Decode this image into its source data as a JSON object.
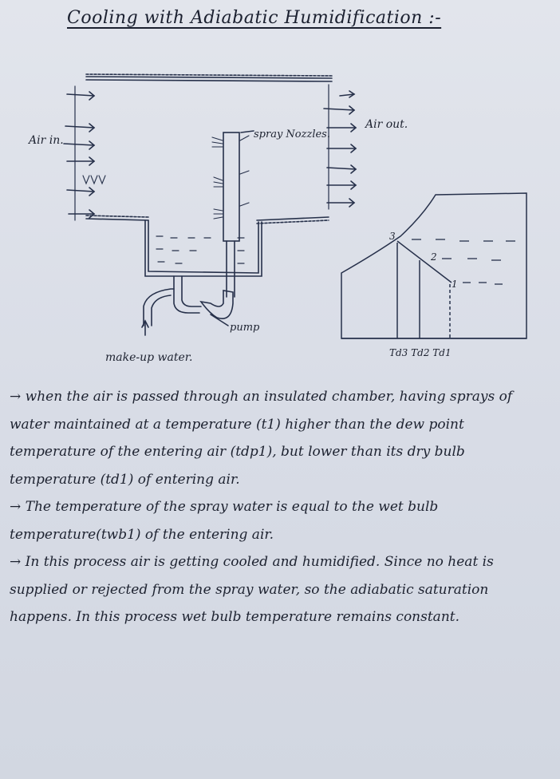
{
  "title": "Cooling with Adiabatic Humidification :-",
  "diagram": {
    "air_in_label": "Air in.",
    "air_out_label": "Air out.",
    "spray_label": "spray Nozzles.",
    "pump_label": "pump",
    "makeup_label": "make-up water."
  },
  "psychro": {
    "point1": "1",
    "point2": "2",
    "point3": "3",
    "axis_labels": "Td3 Td2 Td1"
  },
  "notes": {
    "p1": "→ when the air is passed through an insulated chamber, having sprays of water maintained at a temperature (t1) higher than the dew point temperature of the entering air (tdp1), but lower than its dry bulb temperature (td1) of entering air.",
    "p2": "→ The temperature of the spray water is equal to the wet bulb temperature(twb1) of the entering air.",
    "p3": "→ In this process air is getting cooled and humidified. Since no heat is supplied or rejected from the spray water, so the adiabatic saturation happens. In this process wet bulb temperature remains constant."
  }
}
